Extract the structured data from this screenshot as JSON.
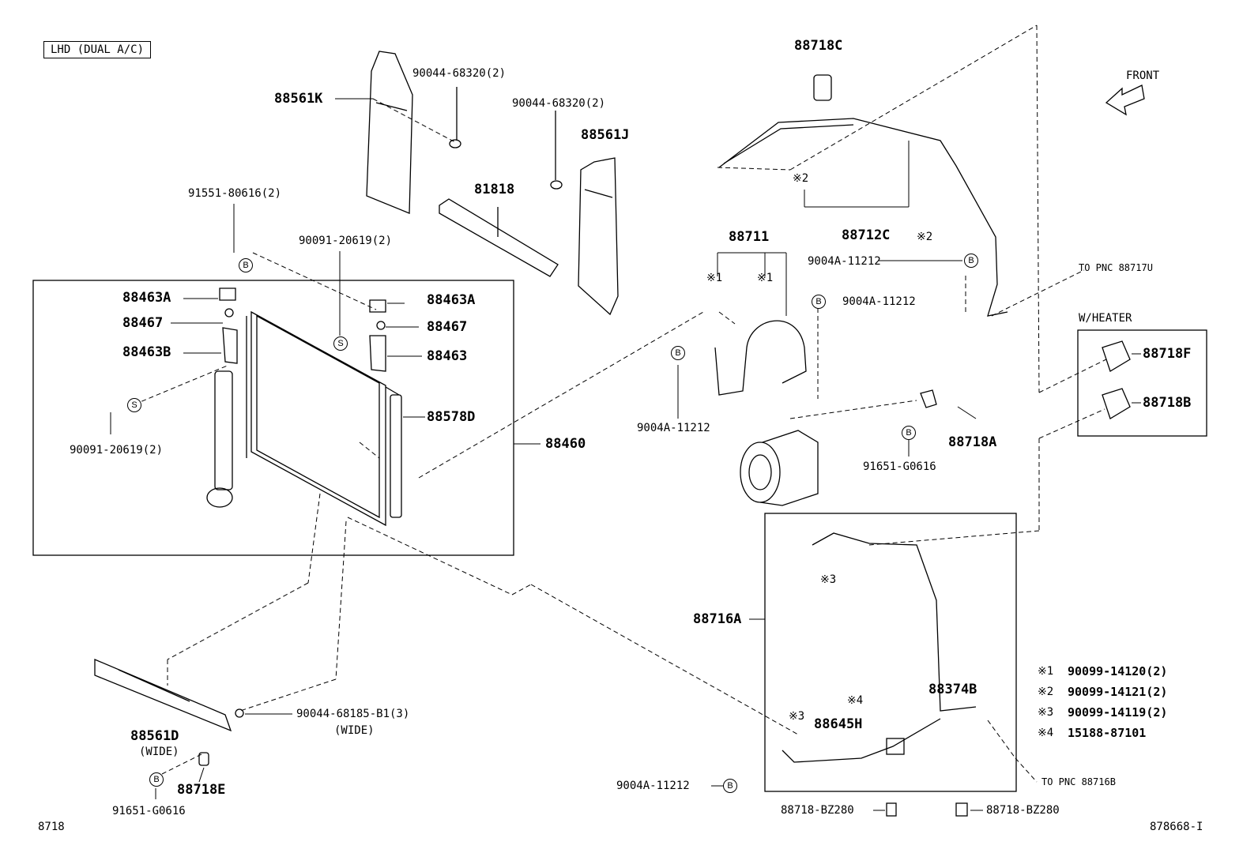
{
  "header": {
    "variant": "LHD (DUAL A/C)",
    "front": "FRONT"
  },
  "footer": {
    "left_code": "8718",
    "right_code": "878668-I"
  },
  "parts": {
    "p88561K": "88561K",
    "p90044_1": "90044-68320(2)",
    "p90044_2": "90044-68320(2)",
    "p88561J": "88561J",
    "p81818": "81818",
    "p91551": "91551-80616(2)",
    "p90091_top": "90091-20619(2)",
    "p88463A_left": "88463A",
    "p88467_left": "88467",
    "p88463B": "88463B",
    "p88463A_right": "88463A",
    "p88467_right": "88467",
    "p88463": "88463",
    "p88578D": "88578D",
    "p90091_bottom": "90091-20619(2)",
    "p88460": "88460",
    "p88561D": "88561D",
    "p88561D_note": "(WIDE)",
    "p90044_68185": "90044-68185-B1(3)",
    "p90044_68185_note": "(WIDE)",
    "p88718E": "88718E",
    "p91651_left": "91651-G0616",
    "p88718C": "88718C",
    "p88711": "88711",
    "p88712C": "88712C",
    "p9004A_1": "9004A-11212",
    "p9004A_2": "9004A-11212",
    "p9004A_3": "9004A-11212",
    "p9004A_4": "9004A-11212",
    "to_pnc_1": "TO PNC 88717U",
    "to_pnc_2": "TO PNC 88716B",
    "w_heater": "W/HEATER",
    "p88718F": "88718F",
    "p88718B": "88718B",
    "p88718A": "88718A",
    "p91651_right": "91651-G0616",
    "p88716A": "88716A",
    "p88374B": "88374B",
    "p88645H": "88645H",
    "p88718BZ_1": "88718-BZ280",
    "p88718BZ_2": "88718-BZ280"
  },
  "refs": {
    "r1a": "※1",
    "r1b": "※1",
    "r2a": "※2",
    "r2b": "※2",
    "r3a": "※3",
    "r3b": "※3",
    "r4": "※4"
  },
  "markers": {
    "b": "B",
    "s": "S"
  },
  "legend": [
    {
      "mark": "※1",
      "part": "90099-14120(2)"
    },
    {
      "mark": "※2",
      "part": "90099-14121(2)"
    },
    {
      "mark": "※3",
      "part": "90099-14119(2)"
    },
    {
      "mark": "※4",
      "part": "15188-87101"
    }
  ]
}
